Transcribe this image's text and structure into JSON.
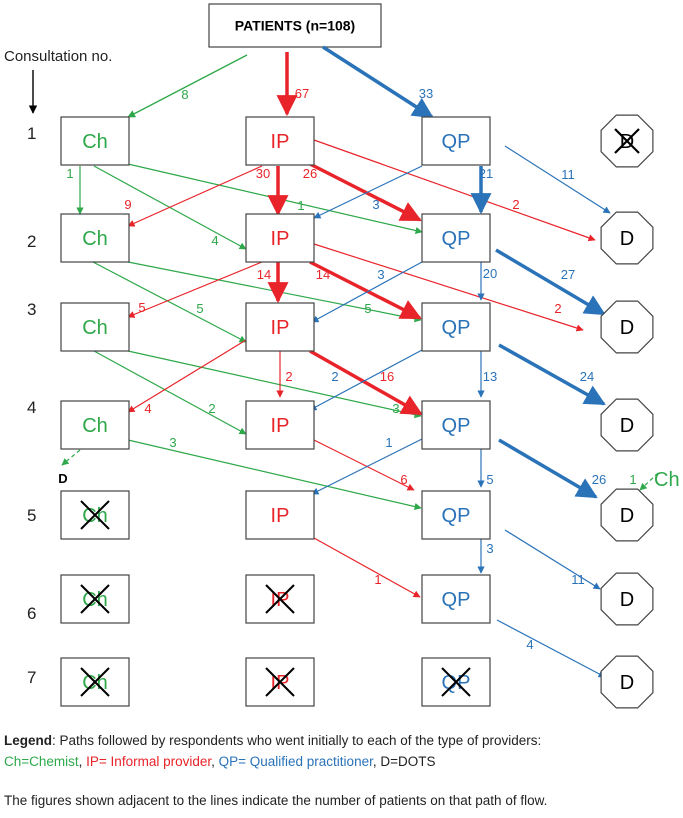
{
  "colors": {
    "ch": "#2ea84a",
    "ip": "#e8242a",
    "qp": "#2a73b8",
    "d": "#000000",
    "ink": "#222222"
  },
  "header": {
    "title": "PATIENTS (n=108)",
    "consult_label": "Consultation no."
  },
  "row_labels": [
    "1",
    "2",
    "3",
    "4",
    "5",
    "6",
    "7"
  ],
  "nodes": [
    {
      "id": "ch1",
      "label": "Ch",
      "type": "ch",
      "row": 1,
      "crossed": false
    },
    {
      "id": "ip1",
      "label": "IP",
      "type": "ip",
      "row": 1,
      "crossed": false
    },
    {
      "id": "qp1",
      "label": "QP",
      "type": "qp",
      "row": 1,
      "crossed": false
    },
    {
      "id": "d1",
      "label": "D",
      "type": "d",
      "row": 1,
      "crossed": true
    },
    {
      "id": "ch2",
      "label": "Ch",
      "type": "ch",
      "row": 2,
      "crossed": false
    },
    {
      "id": "ip2",
      "label": "IP",
      "type": "ip",
      "row": 2,
      "crossed": false
    },
    {
      "id": "qp2",
      "label": "QP",
      "type": "qp",
      "row": 2,
      "crossed": false
    },
    {
      "id": "d2",
      "label": "D",
      "type": "d",
      "row": 2,
      "crossed": false
    },
    {
      "id": "ch3",
      "label": "Ch",
      "type": "ch",
      "row": 3,
      "crossed": false
    },
    {
      "id": "ip3",
      "label": "IP",
      "type": "ip",
      "row": 3,
      "crossed": false
    },
    {
      "id": "qp3",
      "label": "QP",
      "type": "qp",
      "row": 3,
      "crossed": false
    },
    {
      "id": "d3",
      "label": "D",
      "type": "d",
      "row": 3,
      "crossed": false
    },
    {
      "id": "ch4",
      "label": "Ch",
      "type": "ch",
      "row": 4,
      "crossed": false
    },
    {
      "id": "ip4",
      "label": "IP",
      "type": "ip",
      "row": 4,
      "crossed": false
    },
    {
      "id": "qp4",
      "label": "QP",
      "type": "qp",
      "row": 4,
      "crossed": false
    },
    {
      "id": "d4",
      "label": "D",
      "type": "d",
      "row": 4,
      "crossed": false
    },
    {
      "id": "ch5",
      "label": "Ch",
      "type": "ch",
      "row": 5,
      "crossed": true
    },
    {
      "id": "ip5",
      "label": "IP",
      "type": "ip",
      "row": 5,
      "crossed": false
    },
    {
      "id": "qp5",
      "label": "QP",
      "type": "qp",
      "row": 5,
      "crossed": false
    },
    {
      "id": "d5",
      "label": "D",
      "type": "d",
      "row": 5,
      "crossed": false
    },
    {
      "id": "ch6",
      "label": "Ch",
      "type": "ch",
      "row": 6,
      "crossed": true
    },
    {
      "id": "ip6",
      "label": "IP",
      "type": "ip",
      "row": 6,
      "crossed": true
    },
    {
      "id": "qp6",
      "label": "QP",
      "type": "qp",
      "row": 6,
      "crossed": false
    },
    {
      "id": "d6",
      "label": "D",
      "type": "d",
      "row": 6,
      "crossed": false
    },
    {
      "id": "ch7",
      "label": "Ch",
      "type": "ch",
      "row": 7,
      "crossed": true
    },
    {
      "id": "ip7",
      "label": "IP",
      "type": "ip",
      "row": 7,
      "crossed": true
    },
    {
      "id": "qp7",
      "label": "QP",
      "type": "qp",
      "row": 7,
      "crossed": true
    },
    {
      "id": "d7",
      "label": "D",
      "type": "d",
      "row": 7,
      "crossed": false
    }
  ],
  "edges": [
    {
      "from": "patients",
      "to": "ch1",
      "value": "8",
      "type": "ch"
    },
    {
      "from": "patients",
      "to": "ip1",
      "value": "67",
      "type": "ip"
    },
    {
      "from": "patients",
      "to": "qp1",
      "value": "33",
      "type": "qp"
    },
    {
      "from": "ch1",
      "to": "ch2",
      "value": "1",
      "type": "ch"
    },
    {
      "from": "ch1",
      "to": "ip2",
      "value": "4",
      "type": "ch"
    },
    {
      "from": "ch1",
      "to": "qp2",
      "value": "1",
      "type": "ch"
    },
    {
      "from": "ip1",
      "to": "ch2",
      "value": "9",
      "type": "ip"
    },
    {
      "from": "ip1",
      "to": "ip2",
      "value": "30",
      "type": "ip"
    },
    {
      "from": "ip1",
      "to": "qp2",
      "value": "26",
      "type": "ip"
    },
    {
      "from": "ip1",
      "to": "d2",
      "value": "2",
      "type": "ip"
    },
    {
      "from": "qp1",
      "to": "ip2",
      "value": "3",
      "type": "qp"
    },
    {
      "from": "qp1",
      "to": "qp2",
      "value": "21",
      "type": "qp"
    },
    {
      "from": "qp1",
      "to": "d2",
      "value": "11",
      "type": "qp"
    },
    {
      "from": "ch2",
      "to": "ip3",
      "value": "5",
      "type": "ch"
    },
    {
      "from": "ch2",
      "to": "qp3",
      "value": "5",
      "type": "ch"
    },
    {
      "from": "ip2",
      "to": "ch3",
      "value": "5",
      "type": "ip"
    },
    {
      "from": "ip2",
      "to": "ip3",
      "value": "14",
      "type": "ip"
    },
    {
      "from": "ip2",
      "to": "qp3",
      "value": "14",
      "type": "ip"
    },
    {
      "from": "ip2",
      "to": "d3",
      "value": "2",
      "type": "ip"
    },
    {
      "from": "qp2",
      "to": "ip3",
      "value": "3",
      "type": "qp"
    },
    {
      "from": "qp2",
      "to": "qp3",
      "value": "20",
      "type": "qp"
    },
    {
      "from": "qp2",
      "to": "d3",
      "value": "27",
      "type": "qp"
    },
    {
      "from": "ch3",
      "to": "ip4",
      "value": "2",
      "type": "ch"
    },
    {
      "from": "ch3",
      "to": "qp4",
      "value": "3",
      "type": "ch"
    },
    {
      "from": "ip3",
      "to": "ch4",
      "value": "4",
      "type": "ip"
    },
    {
      "from": "ip3",
      "to": "ip4",
      "value": "2",
      "type": "ip"
    },
    {
      "from": "ip3",
      "to": "qp4",
      "value": "16",
      "type": "ip"
    },
    {
      "from": "qp3",
      "to": "ip4",
      "value": "2",
      "type": "qp"
    },
    {
      "from": "qp3",
      "to": "qp4",
      "value": "13",
      "type": "qp"
    },
    {
      "from": "qp3",
      "to": "d4",
      "value": "24",
      "type": "qp"
    },
    {
      "from": "ch4",
      "to": "qp5",
      "value": "3",
      "type": "ch"
    },
    {
      "from": "ch4",
      "to": "dots-ch4",
      "value": "D",
      "type": "ch"
    },
    {
      "from": "ip4",
      "to": "qp5",
      "value": "6",
      "type": "ip"
    },
    {
      "from": "qp4",
      "to": "ip5",
      "value": "1",
      "type": "qp"
    },
    {
      "from": "qp4",
      "to": "qp5",
      "value": "5",
      "type": "qp"
    },
    {
      "from": "qp4",
      "to": "d5",
      "value": "26",
      "type": "qp"
    },
    {
      "from": "ch-outside",
      "to": "d5",
      "value": "1",
      "label": "Ch",
      "type": "ch"
    },
    {
      "from": "ip5",
      "to": "qp6",
      "value": "1",
      "type": "ip"
    },
    {
      "from": "qp5",
      "to": "qp6",
      "value": "3",
      "type": "qp"
    },
    {
      "from": "qp5",
      "to": "d6",
      "value": "11",
      "type": "qp"
    },
    {
      "from": "qp6",
      "to": "d7",
      "value": "4",
      "type": "qp"
    }
  ],
  "legend": {
    "heading": "Legend",
    "intro": ": Paths followed by respondents who went initially to each of the type of providers:",
    "ch": "Ch=Chemist",
    "ip": "IP= Informal provider",
    "qp": "QP= Qualified practitioner",
    "d": "D=DOTS",
    "note": "The figures shown adjacent to the lines indicate the number of patients on that path of flow."
  }
}
